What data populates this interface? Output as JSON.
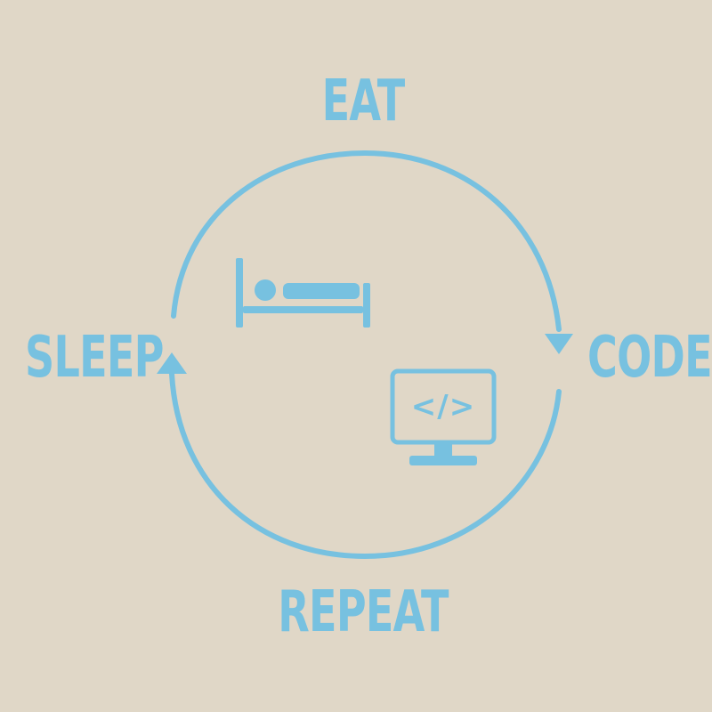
{
  "diagram": {
    "steps": [
      {
        "id": "eat",
        "label": "EAT"
      },
      {
        "id": "code",
        "label": "CODE"
      },
      {
        "id": "repeat",
        "label": "REPEAT"
      },
      {
        "id": "sleep",
        "label": "SLEEP"
      }
    ],
    "monitor_code_symbol": "</>",
    "icons": {
      "bed": "bed-icon",
      "monitor": "monitor-code-icon"
    },
    "colors": {
      "background": "#e0d7c7",
      "accent": "#77c1e0"
    }
  }
}
